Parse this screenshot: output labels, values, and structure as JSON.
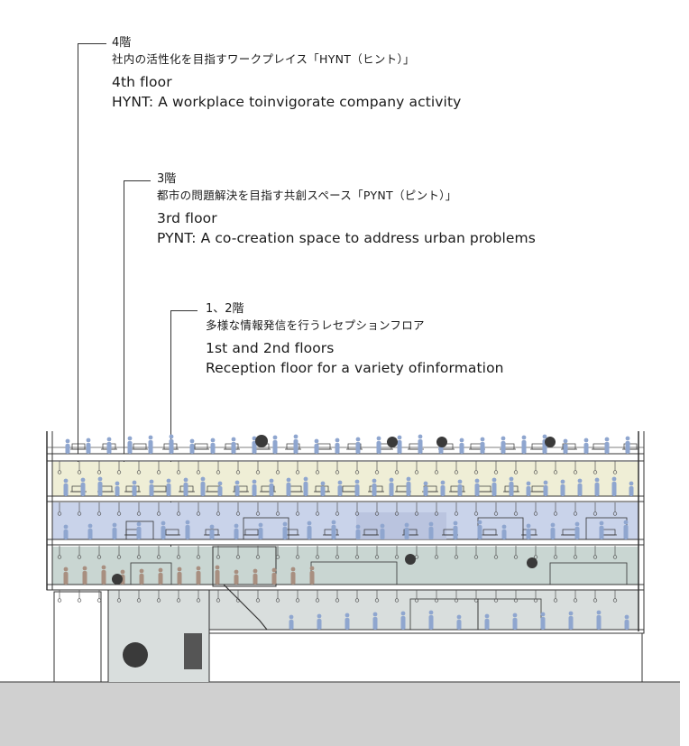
{
  "floors": [
    {
      "id": "4f",
      "jp_floor": "4階",
      "jp_desc": "社内の活性化を目指すワークプレイス「HYNT（ヒント）」",
      "en_floor": "4th floor",
      "en_desc": "HYNT: A workplace toinvigorate company activity",
      "tint": "#efeed6"
    },
    {
      "id": "3f",
      "jp_floor": "3階",
      "jp_desc": "都市の問題解決を目指す共創スペース「PYNT（ピント）」",
      "en_floor": "3rd floor",
      "en_desc": "PYNT: A co-creation space to address urban problems",
      "tint": "#c9d3ea"
    },
    {
      "id": "1-2f",
      "jp_floor": "1、2階",
      "jp_desc": "多様な情報発信を行うレセプションフロア",
      "en_floor": "1st and 2nd floors",
      "en_desc": "Reception floor for a variety ofinformation",
      "tint": "#c9d6d2"
    }
  ],
  "colors": {
    "line": "#333333",
    "ground": "#d0d0d0",
    "figure_blue": "#8fa6cf",
    "figure_brown": "#a88f80",
    "plant": "#3a3a3a",
    "ground_floor": "#d9dedd"
  }
}
